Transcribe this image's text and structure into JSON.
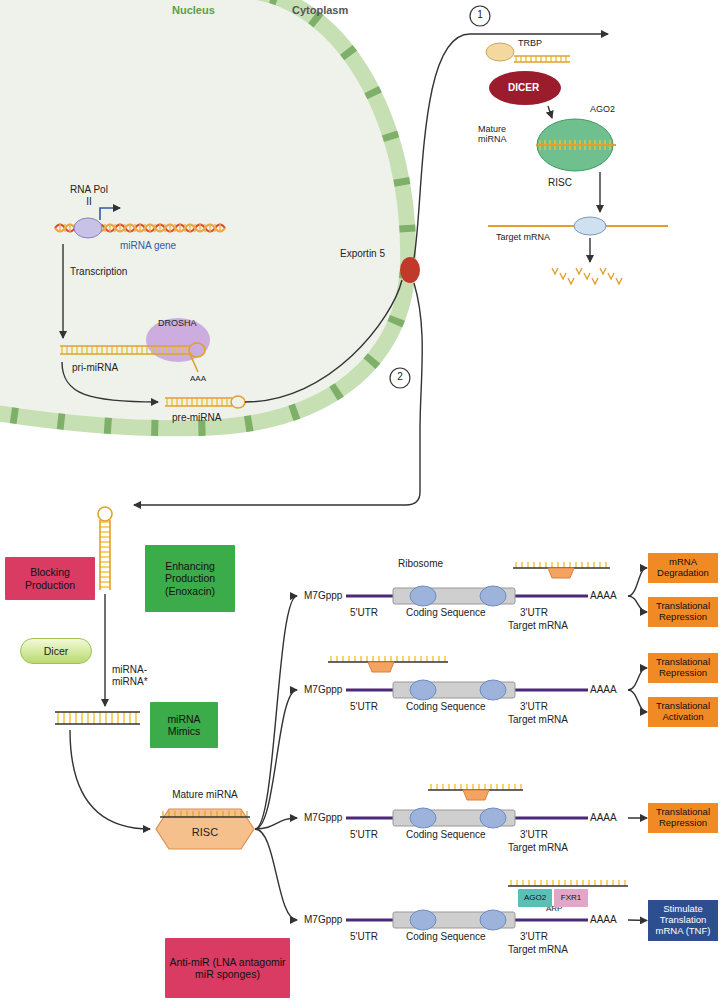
{
  "diagram": {
    "nodes": [
      {
        "text": [
          "Blocking Production"
        ]
      },
      {
        "text": [
          "Enhancing Production (Enoxacin)"
        ]
      },
      {
        "text": [
          "Dicer"
        ]
      },
      {
        "text": [
          "miRNA Mimics"
        ]
      },
      {
        "text": [
          "Mature miRNA",
          "RISC"
        ]
      },
      {
        "text": [
          "M7Gppp",
          "5'UTR",
          "Coding Sequence",
          "3'UTR",
          "AAAA",
          "Target mRNA"
        ]
      },
      {
        "text": [
          "mRNA Degradation"
        ]
      },
      {
        "text": [
          "Translational Repression"
        ]
      },
      {
        "text": [
          "M7Gppp",
          "5'UTR",
          "Coding Sequence",
          "3'UTR",
          "AAAA",
          "Target mRNA"
        ]
      },
      {
        "text": [
          "Translational Repression"
        ]
      },
      {
        "text": [
          "Translational Activation"
        ]
      },
      {
        "text": [
          "M7Gppp",
          "5'UTR",
          "Coding Sequence",
          "3'UTR",
          "AAAA",
          "Target mRNA"
        ]
      },
      {
        "text": [
          "Translational Repression"
        ]
      },
      {
        "text": [
          "M7Gppp",
          "5'UTR",
          "Coding Sequence",
          "3'UTR",
          "AAAA",
          "Target mRNA"
        ]
      },
      {
        "text": [
          "AGO2"
        ],
        "in": 13
      },
      {
        "text": [
          "FXR1"
        ],
        "in": 13
      },
      {
        "text": [
          "Stimulate Translation mRNA (TNF)"
        ]
      },
      {
        "text": [
          "Anti-miR (LNA antagomir miR sponges)"
        ]
      }
    ],
    "edges": [
      {
        "from": 4,
        "to": 5,
        "arrow": "to"
      },
      {
        "from": 4,
        "to": 8,
        "arrow": "to"
      },
      {
        "from": 4,
        "to": 11,
        "arrow": "to"
      },
      {
        "from": 4,
        "to": 13,
        "arrow": "to"
      },
      {
        "from": 5,
        "to": 6,
        "arrow": "to"
      },
      {
        "from": 5,
        "to": 7,
        "arrow": "to"
      },
      {
        "from": 8,
        "to": 9,
        "arrow": "to"
      },
      {
        "from": 8,
        "to": 10,
        "arrow": "to"
      },
      {
        "from": 11,
        "to": 12,
        "arrow": "to"
      },
      {
        "from": 13,
        "to": 16,
        "arrow": "to"
      }
    ],
    "labels": [
      "Nucleus",
      "Cytoplasm",
      "RNA Pol II",
      "miRNA gene",
      "Transcription",
      "DROSHA",
      "pri-miRNA",
      "AAA",
      "pre-miRNA",
      "Exportin 5",
      "1",
      "2",
      "TRBP",
      "DICER",
      "AGO2",
      "Mature miRNA",
      "RISC",
      "Target mRNA",
      "miRNA-miRNA*",
      "Ribosome",
      "ARP"
    ]
  }
}
